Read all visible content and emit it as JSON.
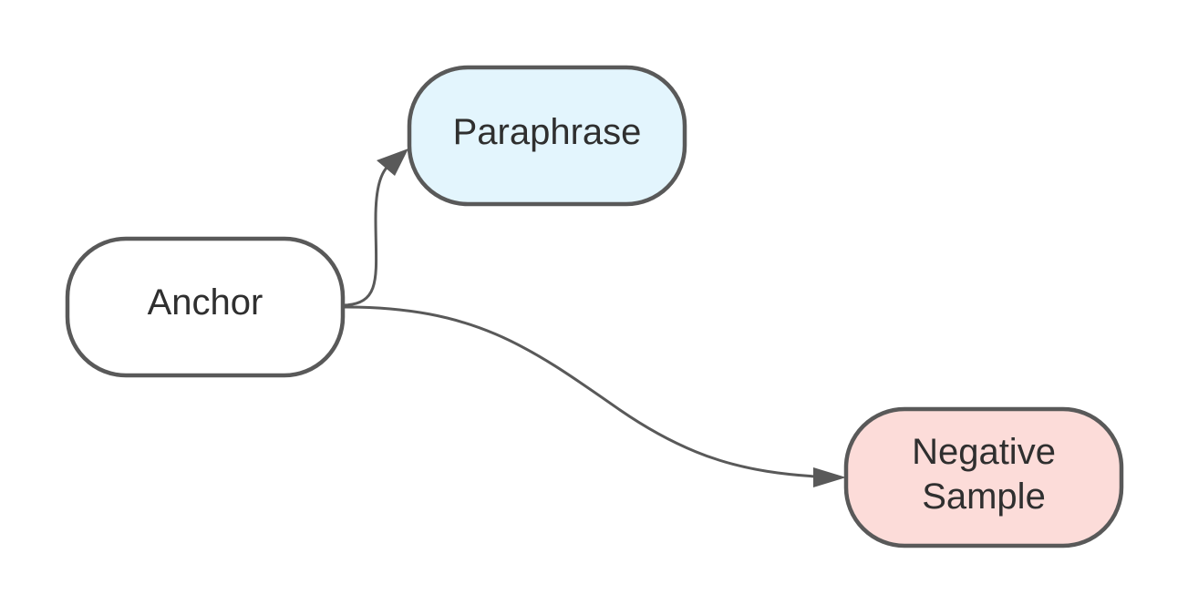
{
  "nodes": {
    "anchor": {
      "label": "Anchor",
      "fill": "#ffffff"
    },
    "paraphrase": {
      "label": "Paraphrase",
      "fill": "#e3f5fd"
    },
    "negative": {
      "label_line1": "Negative",
      "label_line2": "Sample",
      "fill": "#fcdcd9"
    }
  },
  "edges": [
    {
      "from": "Anchor",
      "to": "Paraphrase"
    },
    {
      "from": "Anchor",
      "to": "Negative Sample"
    }
  ],
  "colors": {
    "stroke": "#595959",
    "text": "#2f2f2f"
  }
}
